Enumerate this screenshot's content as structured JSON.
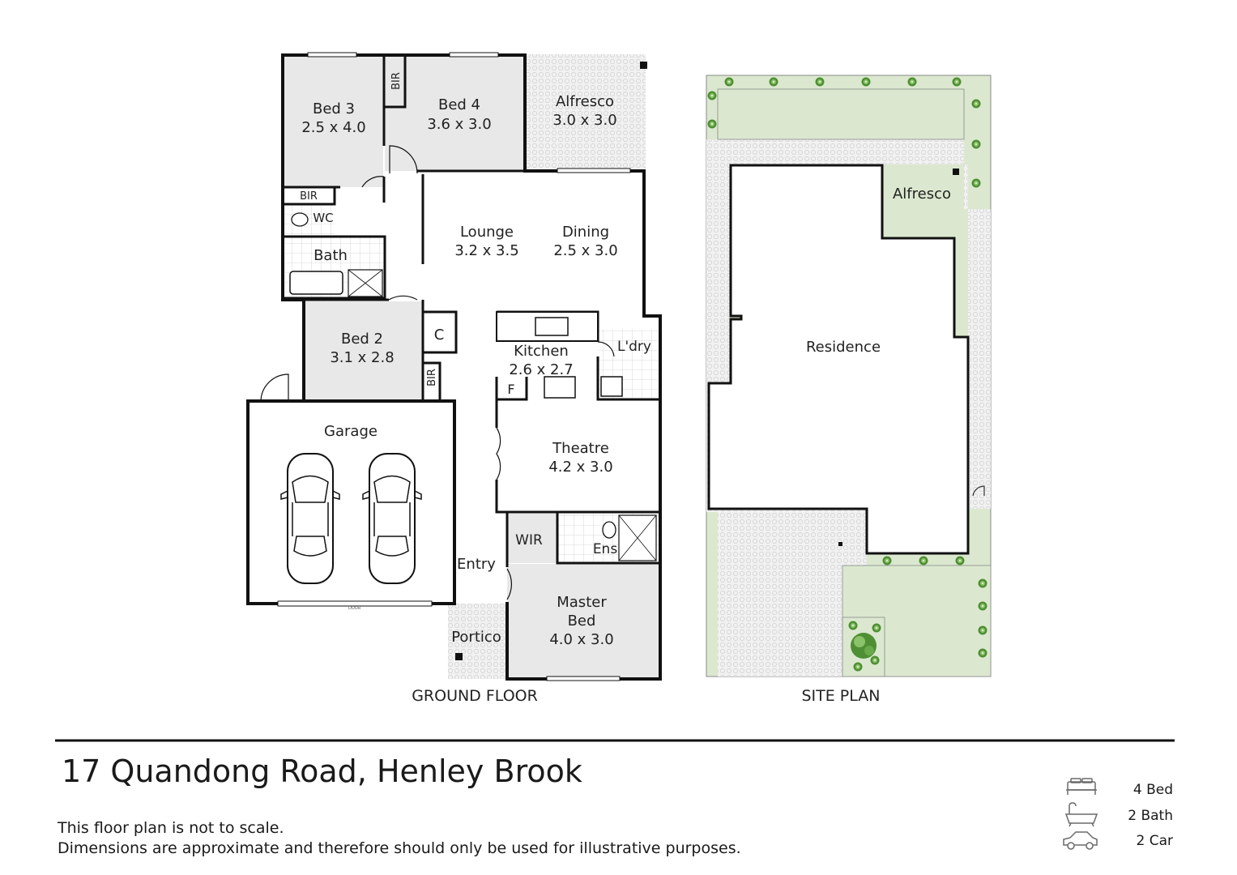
{
  "ground_floor": {
    "caption": "GROUND FLOOR",
    "garage_door_label": "DOOR",
    "rooms": {
      "bed3": {
        "name": "Bed 3",
        "dims": "2.5 x 4.0"
      },
      "bed4": {
        "name": "Bed 4",
        "dims": "3.6 x 3.0"
      },
      "alfresco": {
        "name": "Alfresco",
        "dims": "3.0 x 3.0"
      },
      "lounge": {
        "name": "Lounge",
        "dims": "3.2 x 3.5"
      },
      "dining": {
        "name": "Dining",
        "dims": "2.5 x 3.0"
      },
      "bed2": {
        "name": "Bed 2",
        "dims": "3.1 x 2.8"
      },
      "kitchen": {
        "name": "Kitchen",
        "dims": "2.6 x 2.7"
      },
      "theatre": {
        "name": "Theatre",
        "dims": "4.2 x 3.0"
      },
      "master": {
        "name1": "Master",
        "name2": "Bed",
        "dims": "4.0 x 3.0"
      },
      "garage": {
        "name": "Garage"
      },
      "bath": {
        "name": "Bath"
      },
      "wc": {
        "name": "WC"
      },
      "laundry": {
        "name": "L'dry"
      },
      "ensuite": {
        "name": "Ens"
      },
      "wir": {
        "name": "WIR"
      },
      "entry": {
        "name": "Entry"
      },
      "portico": {
        "name": "Portico"
      },
      "cupboard": {
        "name": "C"
      },
      "fridge": {
        "name": "F"
      },
      "bir_bed4": {
        "name": "BIR"
      },
      "bir_bed3": {
        "name": "BIR"
      },
      "bir_bed2": {
        "name": "BIR"
      }
    }
  },
  "site_plan": {
    "caption": "SITE PLAN",
    "residence": "Residence",
    "alfresco": "Alfresco"
  },
  "property": {
    "address": "17 Quandong Road, Henley Brook",
    "disclaimer_1": "This floor plan is not to scale.",
    "disclaimer_2": "Dimensions are approximate and therefore should only be used for illustrative purposes."
  },
  "features": [
    {
      "icon": "bed-icon",
      "label": "4 Bed"
    },
    {
      "icon": "bath-icon",
      "label": "2 Bath"
    },
    {
      "icon": "car-icon",
      "label": "2 Car"
    }
  ],
  "colors": {
    "wall": "#111111",
    "room_grey": "#e8e8e8",
    "lawn": "#dbe8cf",
    "paving": "#f1f1f1",
    "shrub": "#5a9a3a"
  }
}
